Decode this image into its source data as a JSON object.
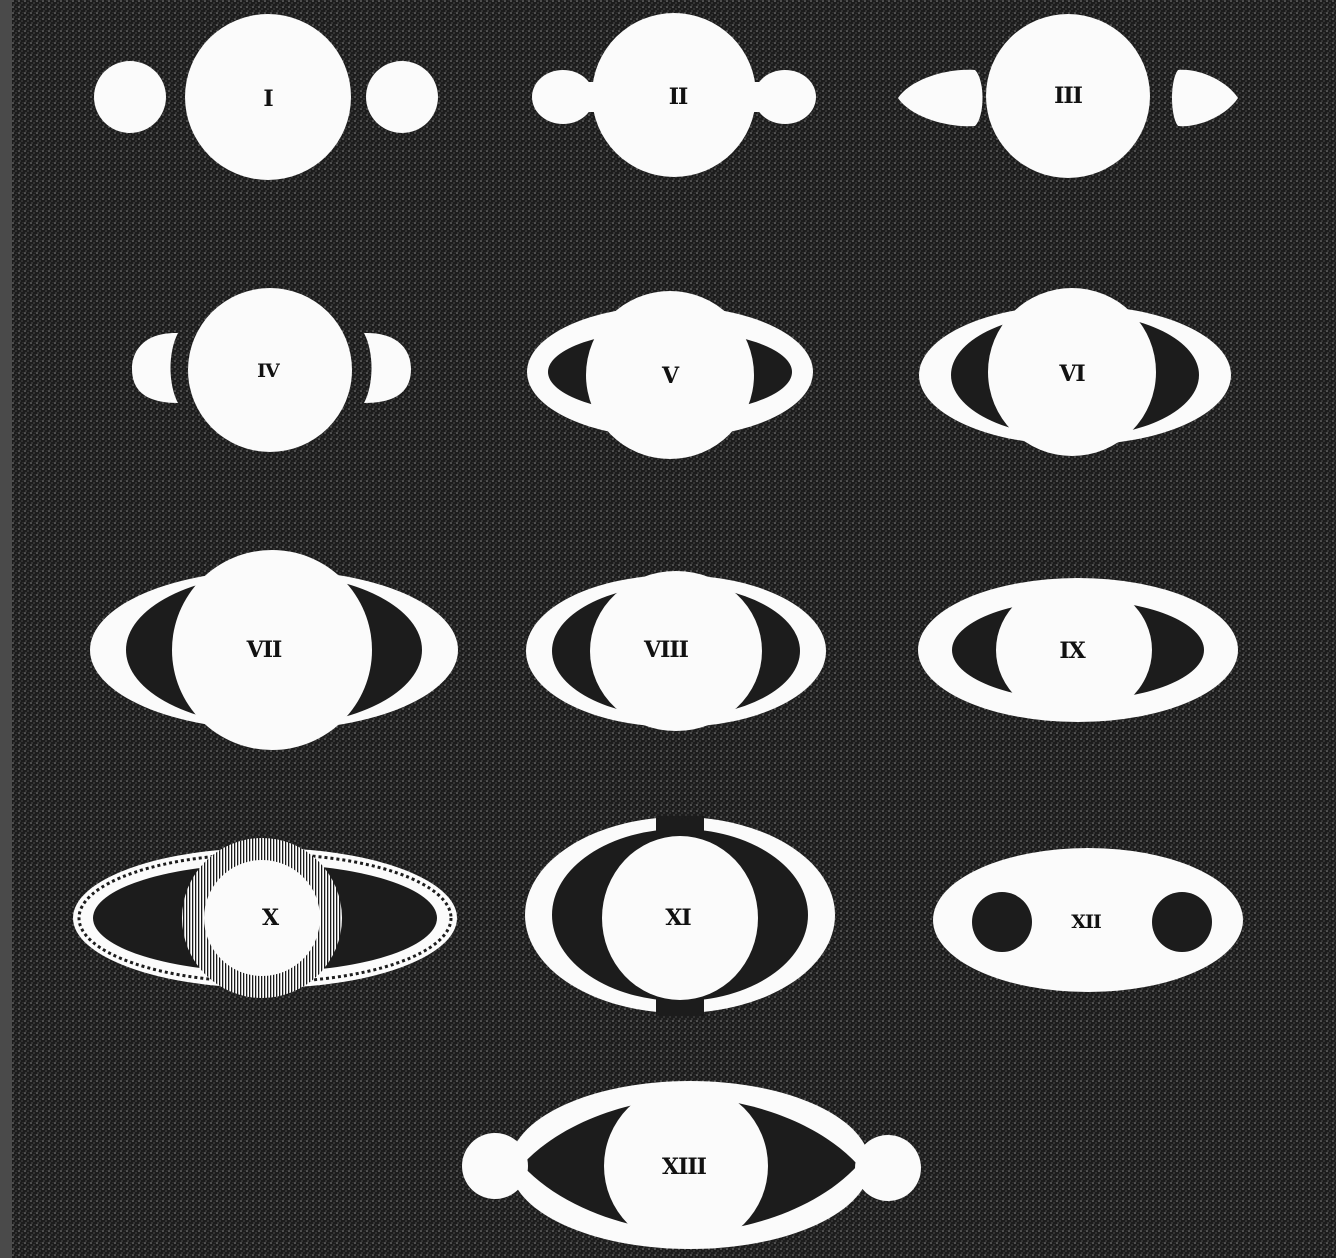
{
  "figures": [
    {
      "numeral": "I"
    },
    {
      "numeral": "II"
    },
    {
      "numeral": "III"
    },
    {
      "numeral": "IV"
    },
    {
      "numeral": "V"
    },
    {
      "numeral": "VI"
    },
    {
      "numeral": "VII"
    },
    {
      "numeral": "VIII"
    },
    {
      "numeral": "IX"
    },
    {
      "numeral": "X"
    },
    {
      "numeral": "XI"
    },
    {
      "numeral": "XII"
    },
    {
      "numeral": "XIII"
    }
  ],
  "colors": {
    "background": "#1b1b1b",
    "figure": "#fbfbfb",
    "ink": "#111111"
  }
}
